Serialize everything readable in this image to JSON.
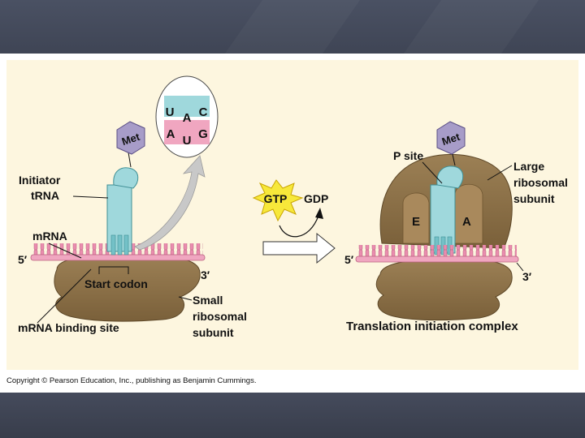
{
  "labels": {
    "met": "Met",
    "initiator_trna": [
      "Initiator",
      "tRNA"
    ],
    "mrna": "mRNA",
    "five_prime": "5′",
    "three_prime": "3′",
    "start_codon": "Start codon",
    "mrna_binding_site": "mRNA binding site",
    "small_subunit": [
      "Small",
      "ribosomal",
      "subunit"
    ],
    "gtp": "GTP",
    "gdp": "GDP",
    "p_site": "P site",
    "e_site": "E",
    "a_site": "A",
    "large_subunit": [
      "Large",
      "ribosomal",
      "subunit"
    ],
    "complex_title": "Translation initiation complex"
  },
  "codon_inset": {
    "anticodon": [
      "U",
      "A",
      "C"
    ],
    "codon": [
      "A",
      "U",
      "G"
    ]
  },
  "copyright": "Copyright © Pearson Education, Inc., publishing as Benjamin Cummings.",
  "colors": {
    "ribosome": "#8b6f45",
    "trna": "#9fd8dc",
    "mrna": "#f0a6c0",
    "met": "#a79cc8",
    "gtp_burst": "#f7e83a",
    "panel": "#fdf6df"
  }
}
